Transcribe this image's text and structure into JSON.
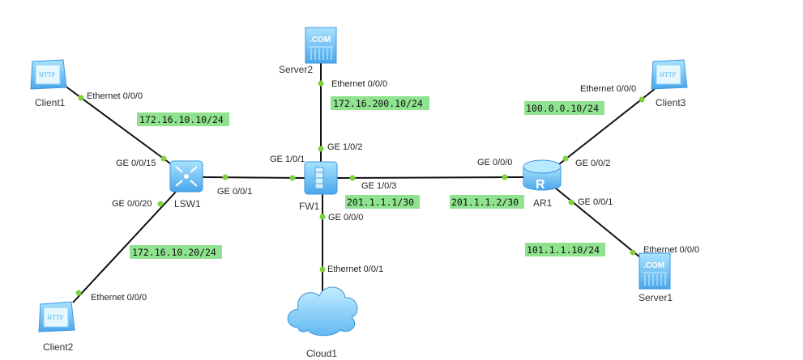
{
  "devices": {
    "client1": "Client1",
    "client2": "Client2",
    "client3": "Client3",
    "server1": "Server1",
    "server2": "Server2",
    "lsw1": "LSW1",
    "fw1": "FW1",
    "ar1": "AR1",
    "cloud1": "Cloud1"
  },
  "icon_text": {
    "client": "HTTP",
    "server": ".COM",
    "router": "R"
  },
  "ports": {
    "client1_eth": "Ethernet 0/0/0",
    "lsw1_ge15": "GE 0/0/15",
    "lsw1_ge20": "GE 0/0/20",
    "lsw1_ge1": "GE 0/0/1",
    "client2_eth": "Ethernet 0/0/0",
    "fw1_ge101": "GE 1/0/1",
    "fw1_ge102": "GE 1/0/2",
    "fw1_ge103": "GE 1/0/3",
    "fw1_ge000": "GE 0/0/0",
    "server2_eth": "Ethernet 0/0/0",
    "cloud1_eth": "Ethernet 0/0/1",
    "ar1_ge0": "GE 0/0/0",
    "ar1_ge2": "GE 0/0/2",
    "ar1_ge1": "GE 0/0/1",
    "client3_eth": "Ethernet 0/0/0",
    "server1_eth": "Ethernet 0/0/0"
  },
  "addresses": {
    "client1": "172.16.10.10/24",
    "client2": "172.16.10.20/24",
    "server2": "172.16.200.10/24",
    "fw1_out": "201.1.1.1/30",
    "ar1_in": "201.1.1.2/30",
    "client3": "100.0.0.10/24",
    "server1": "101.1.1.10/24"
  },
  "colors": {
    "address_bg": "#8fe38f",
    "port_dot": "#7ed13a",
    "device_blue": "#5fb8f0"
  }
}
